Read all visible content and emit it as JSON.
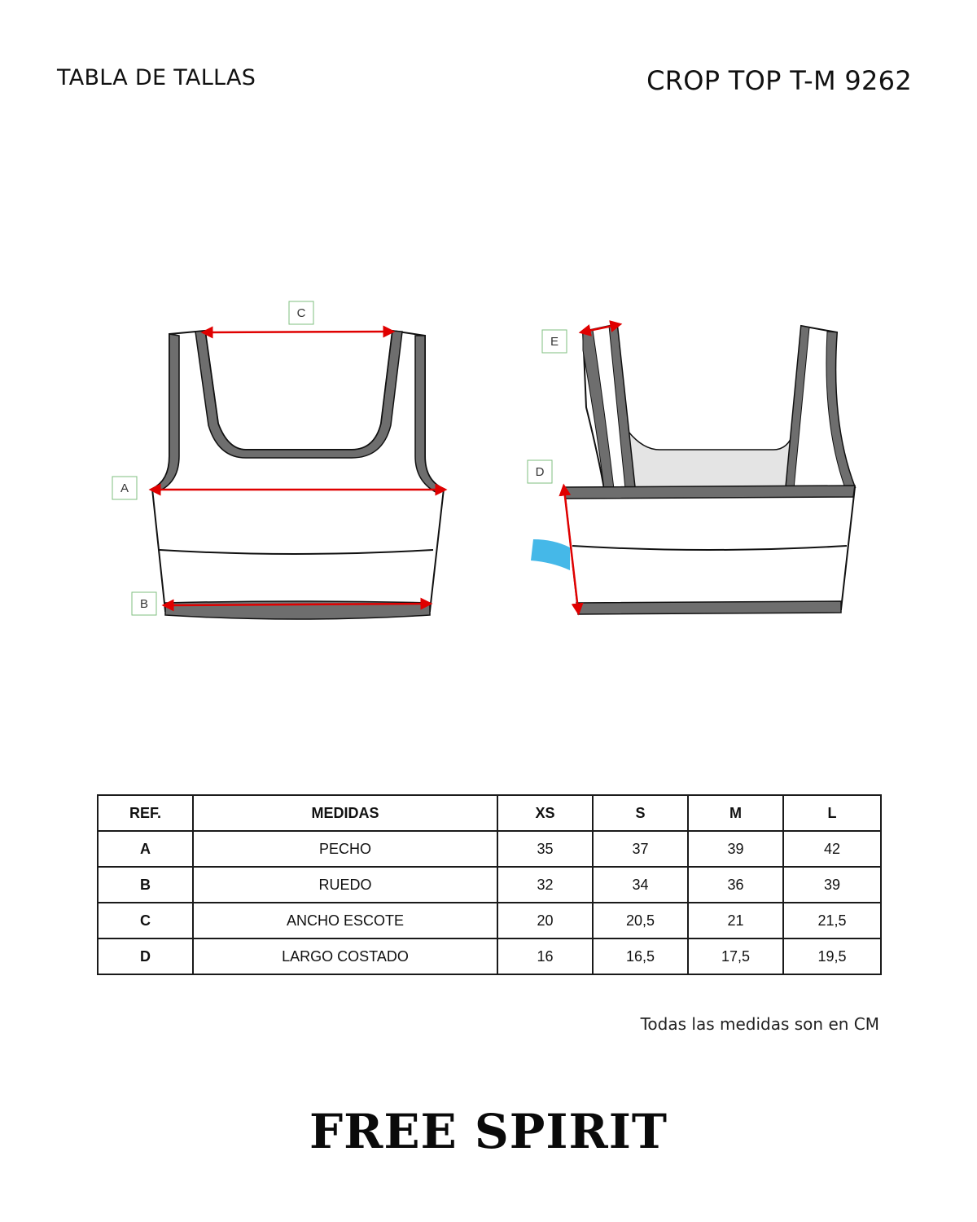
{
  "header": {
    "left_title": "TABLA DE TALLAS",
    "right_title": "CROP TOP T-M 9262"
  },
  "diagram": {
    "labels": {
      "a": "A",
      "b": "B",
      "c": "C",
      "d": "D",
      "e": "E"
    },
    "colors": {
      "measure_line": "#e00000",
      "trim": "#6e6e6e",
      "inner_back": "#e4e4e4",
      "accent_blue": "#45b8e8",
      "label_border": "#7fbf7f"
    }
  },
  "table": {
    "headers": [
      "REF.",
      "MEDIDAS",
      "XS",
      "S",
      "M",
      "L"
    ],
    "rows": [
      {
        "ref": "A",
        "medida": "PECHO",
        "values": [
          "35",
          "37",
          "39",
          "42"
        ]
      },
      {
        "ref": "B",
        "medida": "RUEDO",
        "values": [
          "32",
          "34",
          "36",
          "39"
        ]
      },
      {
        "ref": "C",
        "medida": "ANCHO ESCOTE",
        "values": [
          "20",
          "20,5",
          "21",
          "21,5"
        ]
      },
      {
        "ref": "D",
        "medida": "LARGO COSTADO",
        "values": [
          "16",
          "16,5",
          "17,5",
          "19,5"
        ]
      }
    ]
  },
  "footer": {
    "note": "Todas las medidas son en CM",
    "brand": "FREE SPIRIT"
  }
}
